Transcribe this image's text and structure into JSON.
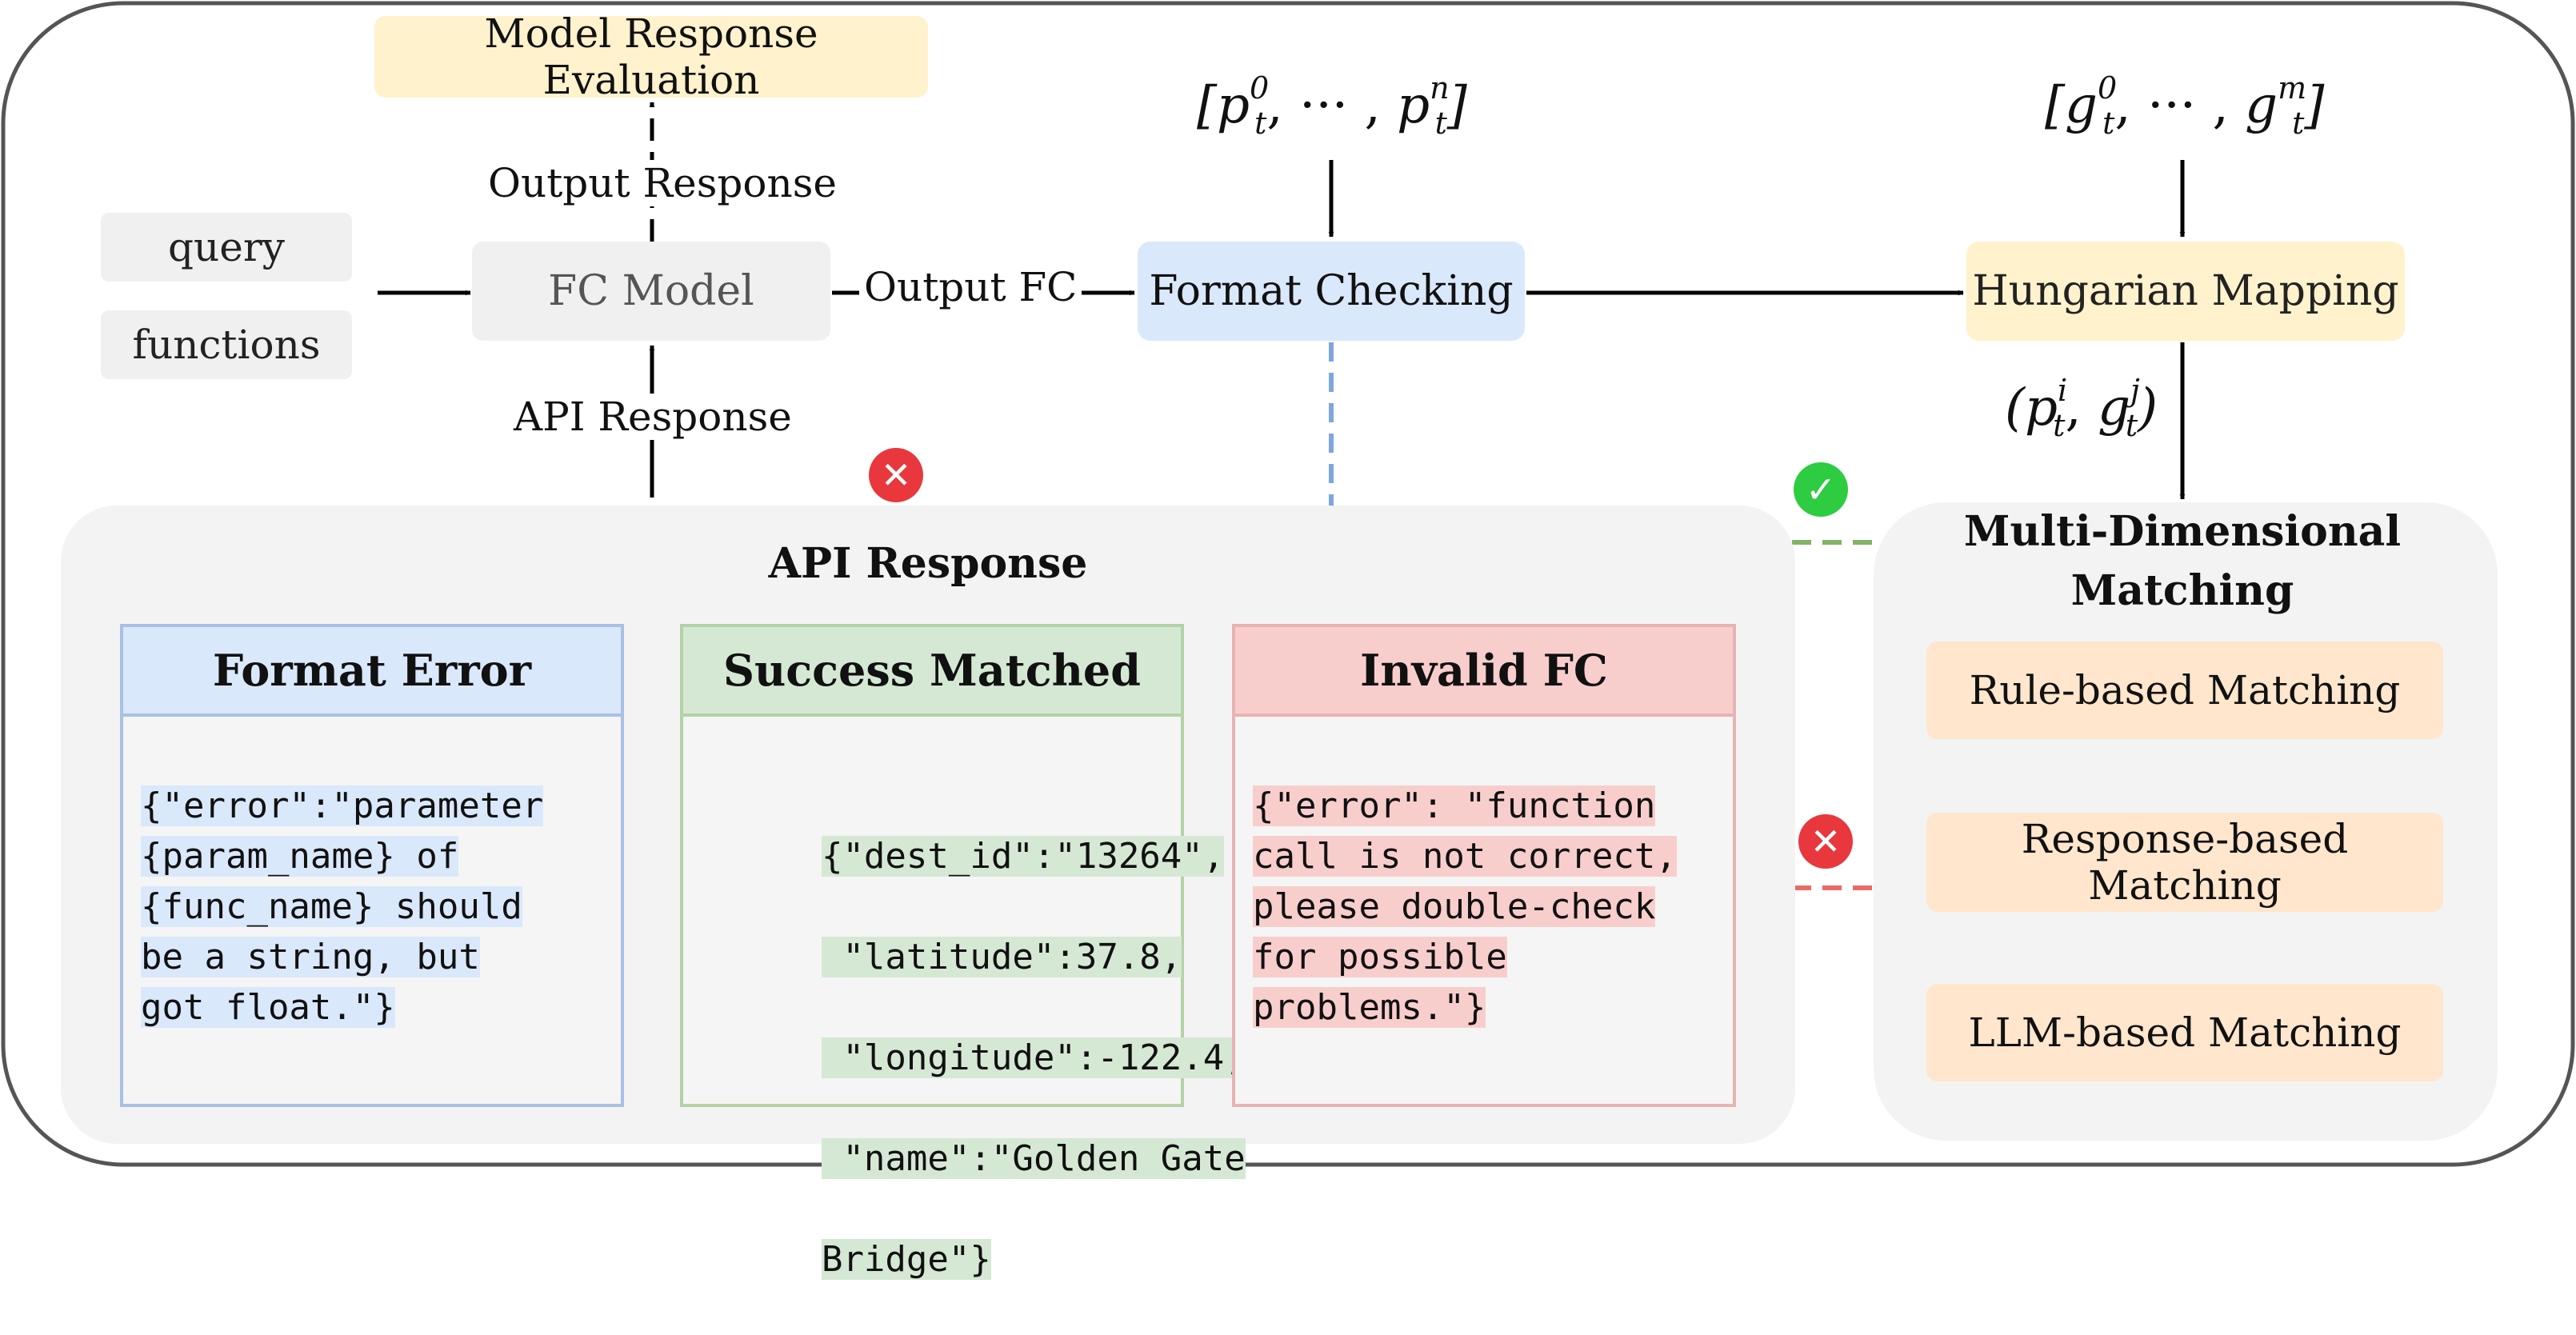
{
  "top": {
    "evaluation": "Model Response Evaluation",
    "output_response": "Output Response",
    "query": "query",
    "functions": "functions",
    "fc_model": "FC Model",
    "output_fc": "Output FC",
    "api_response_label": "API Response",
    "format_checking": "Format Checking",
    "hungarian_mapping": "Hungarian Mapping"
  },
  "math": {
    "pred_open": "[",
    "pred_p": "p",
    "pred_sup0": "0",
    "pred_sub": "t",
    "pred_dots": ", ··· , ",
    "pred_supn": "n",
    "pred_close": "]",
    "gt_open": "[",
    "gt_g": "g",
    "gt_sup0": "0",
    "gt_sub": "t",
    "gt_dots": ", ··· , ",
    "gt_supm": "m",
    "gt_close": "]",
    "pair_open": "(",
    "pair_p": "p",
    "pair_supi": "i",
    "pair_sub": "t",
    "pair_comma": ", ",
    "pair_g": "g",
    "pair_supj": "j",
    "pair_close": ")"
  },
  "api_panel": {
    "title": "API Response",
    "cards": [
      {
        "title": "Format Error",
        "lines": [
          "{\"error\":\"parameter",
          "{param_name} of",
          "{func_name} should",
          "be a string, but",
          "got float.\"}"
        ]
      },
      {
        "title": "Success Matched",
        "lines": [
          "{\"dest_id\":\"13264\",",
          " \"latitude\":37.8,",
          " \"longitude\":-122.4,",
          " \"name\":\"Golden Gate",
          "Bridge\"}"
        ]
      },
      {
        "title": "Invalid FC",
        "lines": [
          "{\"error\": \"function",
          "call is not correct,",
          "please double-check",
          "for possible",
          "problems.\"}"
        ]
      }
    ]
  },
  "matching_panel": {
    "title_line1": "Multi-Dimensional",
    "title_line2": "Matching",
    "steps": [
      "Rule-based Matching",
      "Response-based Matching",
      "LLM-based Matching"
    ]
  },
  "icons": {
    "fail": "cross-icon",
    "success": "check-icon"
  },
  "colors": {
    "blue_flow": "#7ea6e0",
    "green_flow": "#82b366",
    "red_flow": "#ea6b66",
    "fail_icon": "#e8383d",
    "success_icon": "#2ecc40"
  }
}
